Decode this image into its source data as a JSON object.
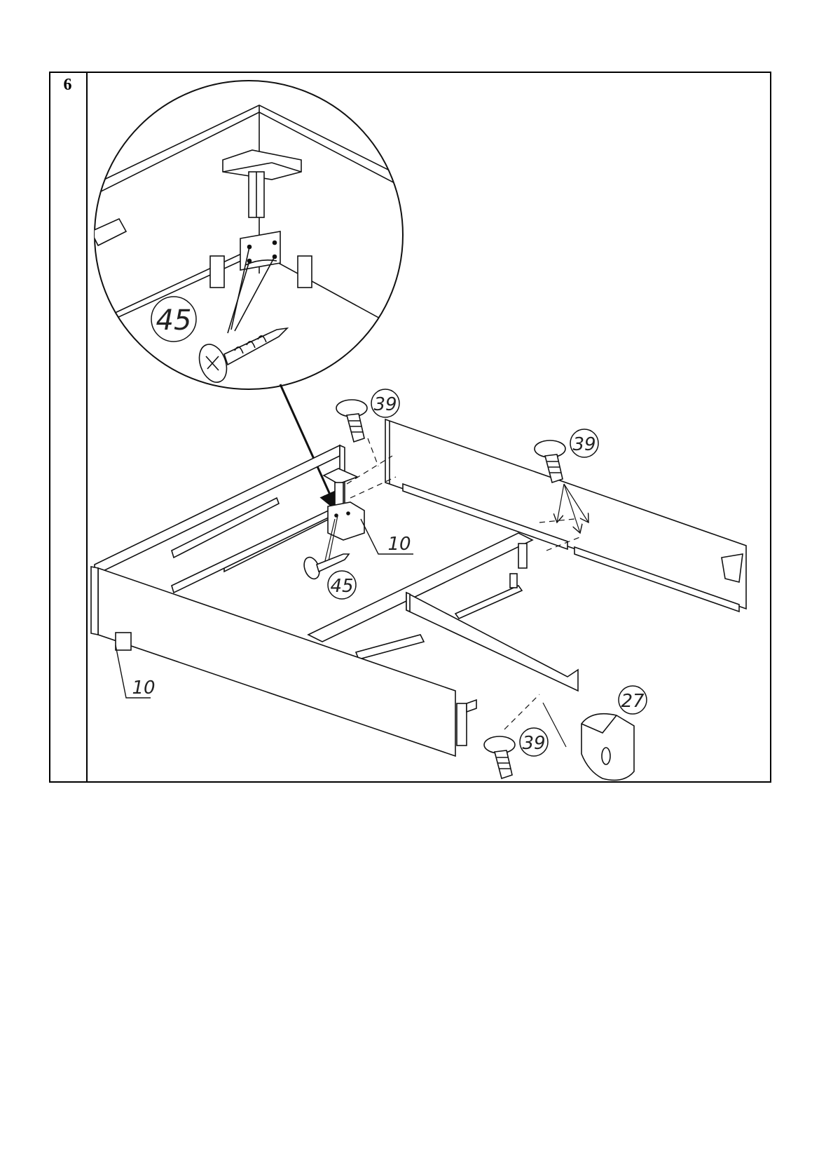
{
  "step": {
    "number": "6"
  },
  "callouts": {
    "detail_screw": "45",
    "bolt_top": "39",
    "bolt_right": "39",
    "bracket_top": "10",
    "screw_mid": "45",
    "leg_left": "10",
    "cap_right": "27",
    "bolt_bottom": "39"
  },
  "colors": {
    "line": "#111111",
    "background": "#ffffff"
  }
}
